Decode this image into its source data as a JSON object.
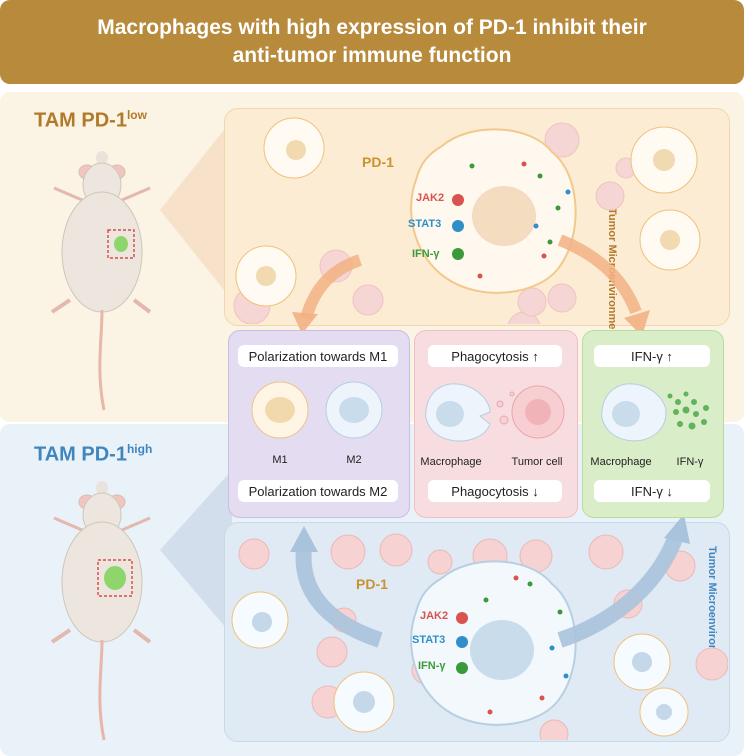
{
  "title": {
    "line1": "Macrophages with high expression of PD-1 inhibit their",
    "line2": "anti-tumor immune function"
  },
  "low_group": {
    "label_prefix": "TAM PD-1",
    "label_sup": "low",
    "env_label": "Tumor Microenvironment",
    "receptor": "PD-1",
    "signals": [
      "JAK2",
      "STAT3",
      "IFN-γ"
    ]
  },
  "high_group": {
    "label_prefix": "TAM PD-1",
    "label_sup": "high",
    "env_label": "Tumor Microenvironment",
    "receptor": "PD-1",
    "signals": [
      "JAK2",
      "STAT3",
      "IFN-γ"
    ]
  },
  "polarization_panel": {
    "top_label": "Polarization towards M1",
    "bottom_label": "Polarization towards M2",
    "cell_left": "M1",
    "cell_right": "M2"
  },
  "phagocytosis_panel": {
    "top_label": "Phagocytosis ↑",
    "bottom_label": "Phagocytosis ↓",
    "cell_left": "Macrophage",
    "cell_right": "Tumor cell"
  },
  "ifn_panel": {
    "top_label": "IFN-γ ↑",
    "bottom_label": "IFN-γ ↓",
    "cell_left": "Macrophage",
    "cell_right": "IFN-γ"
  },
  "colors": {
    "title_bg": "#b88a3c",
    "low_text": "#b07a2a",
    "high_text": "#3f86bf",
    "jak2": "#d9534f",
    "stat3": "#2f8fc8",
    "ifn": "#3a9a3a"
  }
}
